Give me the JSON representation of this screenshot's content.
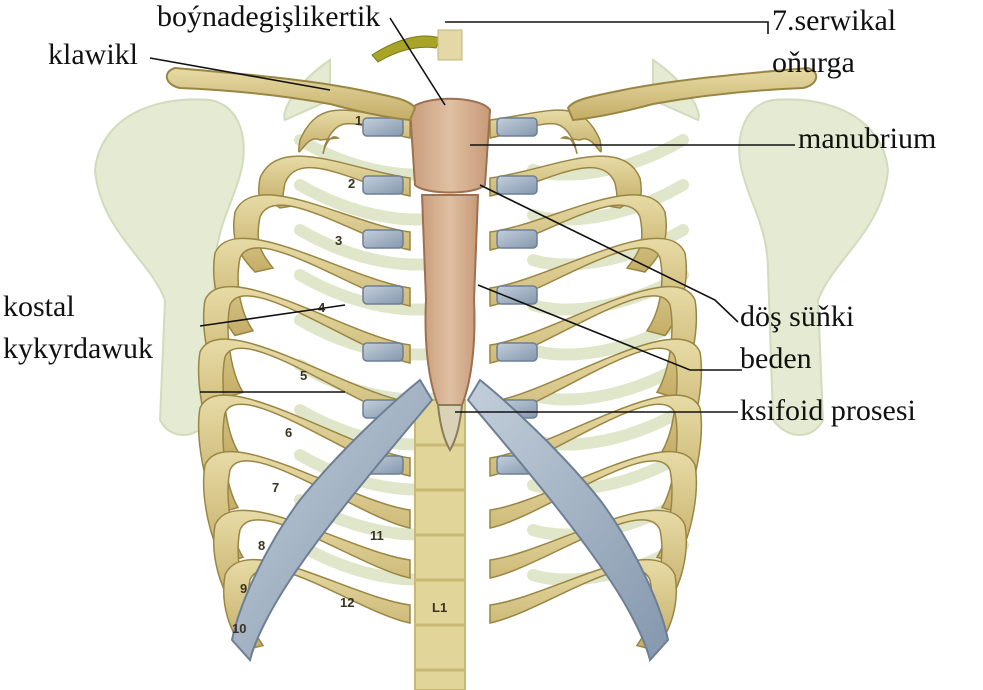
{
  "diagram": {
    "labels": {
      "suprasternal_notch": "boýnadegişlikertik",
      "cervical_vertebra_line1": "7.serwikal",
      "cervical_vertebra_line2": "oňurga",
      "clavicle": "klawikl",
      "manubrium": "manubrium",
      "costal_cartilage_line1": "kostal",
      "costal_cartilage_line2": "kykyrdawuk",
      "sternum_body_line1": "döş süňki",
      "sternum_body_line2": "beden",
      "xiphoid_process": "ksifoid prosesi"
    },
    "rib_numbers": [
      "1",
      "2",
      "3",
      "4",
      "5",
      "6",
      "7",
      "8",
      "9",
      "10",
      "11",
      "12"
    ],
    "vertebra_label": "L1",
    "colors": {
      "bone": "#d8c98a",
      "bone_dark": "#b6a15a",
      "cartilage": "#a9b8c8",
      "cartilage_dark": "#7c8fa6",
      "sternum": "#d8b394",
      "background_bone": "#e3ead0",
      "ligament": "#a7a428",
      "leader_line": "#111111"
    }
  }
}
